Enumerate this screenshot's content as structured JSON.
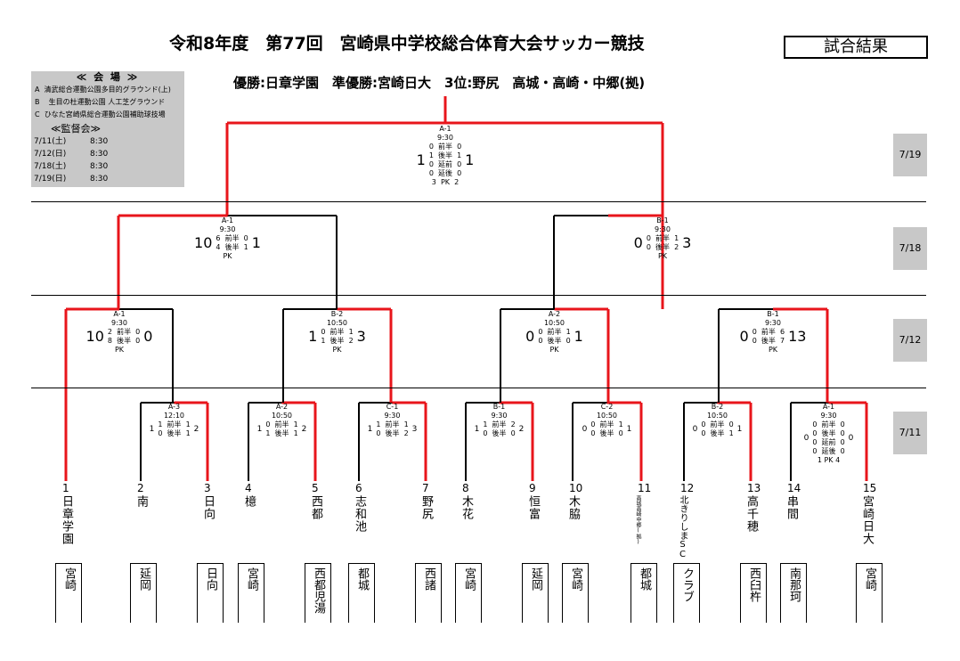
{
  "title": "令和8年度　第77回　宮崎県中学校総合体育大会サッカー競技",
  "results_label": "試合結果",
  "winners": "優勝:日章学園　準優勝:宮崎日大　3位:野尻　高城・高崎・中郷(拠)",
  "venue": {
    "heading": "≪ 会 場 ≫",
    "items": [
      {
        "code": "A",
        "name": "清武総合運動公園多目的グラウンド(上)"
      },
      {
        "code": "B",
        "name": "生目の杜運動公園 人工芝グラウンド"
      },
      {
        "code": "C",
        "name": "ひなた宮崎県総合運動公園補助球技場"
      }
    ]
  },
  "supervisors": {
    "heading": "≪監督会≫",
    "items": [
      {
        "date": "7/11(土)",
        "time": "8:30"
      },
      {
        "date": "7/12(日)",
        "time": "8:30"
      },
      {
        "date": "7/18(土)",
        "time": "8:30"
      },
      {
        "date": "7/19(日)",
        "time": "8:30"
      }
    ]
  },
  "dates": [
    "7/19",
    "7/18",
    "7/12",
    "7/11"
  ],
  "teams": [
    {
      "num": "1",
      "name": "日章学園",
      "school": "宮崎"
    },
    {
      "num": "2",
      "name": "南",
      "school": "延岡"
    },
    {
      "num": "3",
      "name": "日向",
      "school": "日向"
    },
    {
      "num": "4",
      "name": "檍",
      "school": "宮崎"
    },
    {
      "num": "5",
      "name": "西都",
      "school": "西都児湯"
    },
    {
      "num": "6",
      "name": "志和池",
      "school": "都城"
    },
    {
      "num": "7",
      "name": "野尻",
      "school": "西諸"
    },
    {
      "num": "8",
      "name": "木花",
      "school": "宮崎"
    },
    {
      "num": "9",
      "name": "恒富",
      "school": "延岡"
    },
    {
      "num": "10",
      "name": "木脇",
      "school": "宮崎"
    },
    {
      "num": "11",
      "name": "高城高崎中郷(拠)",
      "school": "都城"
    },
    {
      "num": "12",
      "name": "北きりしまSC",
      "school": "クラブ"
    },
    {
      "num": "13",
      "name": "高千穂",
      "school": "西臼杵"
    },
    {
      "num": "14",
      "name": "串間",
      "school": "南那珂"
    },
    {
      "num": "15",
      "name": "宮崎日大",
      "school": "宮崎"
    }
  ],
  "matches": {
    "r1": [
      {
        "id": "A-3",
        "time": "12:10",
        "left": "1",
        "right": "2",
        "h1": [
          "1",
          "1"
        ],
        "h2": [
          "0",
          "1"
        ],
        "pk": ""
      },
      {
        "id": "A-2",
        "time": "10:50",
        "left": "1",
        "right": "2",
        "h1": [
          "0",
          "1"
        ],
        "h2": [
          "1",
          "1"
        ],
        "pk": ""
      },
      {
        "id": "C-1",
        "time": "9:30",
        "left": "1",
        "right": "3",
        "h1": [
          "1",
          "1"
        ],
        "h2": [
          "0",
          "2"
        ],
        "pk": ""
      },
      {
        "id": "B-1",
        "time": "9:30",
        "left": "1",
        "right": "2",
        "h1": [
          "1",
          "2"
        ],
        "h2": [
          "0",
          "0"
        ],
        "pk": ""
      },
      {
        "id": "C-2",
        "time": "10:50",
        "left": "0",
        "right": "1",
        "h1": [
          "0",
          "1"
        ],
        "h2": [
          "0",
          "0"
        ],
        "pk": ""
      },
      {
        "id": "B-2",
        "time": "10:50",
        "left": "0",
        "right": "1",
        "h1": [
          "0",
          "0"
        ],
        "h2": [
          "0",
          "1"
        ],
        "pk": ""
      },
      {
        "id": "A-1",
        "time": "9:30",
        "left": "0",
        "right": "0",
        "h1": [
          "0",
          "0"
        ],
        "h2": [
          "0",
          "0"
        ],
        "et1": [
          "0",
          "0"
        ],
        "et2": [
          "0",
          "0"
        ],
        "pk": "1 PK 4"
      }
    ],
    "r2": [
      {
        "id": "A-1",
        "time": "9:30",
        "left": "10",
        "right": "0",
        "h1": [
          "2",
          "0"
        ],
        "h2": [
          "8",
          "0"
        ],
        "pk": "PK"
      },
      {
        "id": "B-2",
        "time": "10:50",
        "left": "1",
        "right": "3",
        "h1": [
          "0",
          "1"
        ],
        "h2": [
          "1",
          "2"
        ],
        "pk": "PK"
      },
      {
        "id": "A-2",
        "time": "10:50",
        "left": "0",
        "right": "1",
        "h1": [
          "0",
          "1"
        ],
        "h2": [
          "0",
          "0"
        ],
        "pk": "PK"
      },
      {
        "id": "B-1",
        "time": "9:30",
        "left": "0",
        "right": "13",
        "h1": [
          "0",
          "6"
        ],
        "h2": [
          "0",
          "7"
        ],
        "pk": "PK"
      }
    ],
    "r3": [
      {
        "id": "A-1",
        "time": "9:30",
        "left": "10",
        "right": "1",
        "h1": [
          "6",
          "0"
        ],
        "h2": [
          "4",
          "1"
        ],
        "pk": "PK"
      },
      {
        "id": "B-1",
        "time": "9:30",
        "left": "0",
        "right": "3",
        "h1": [
          "0",
          "1"
        ],
        "h2": [
          "0",
          "2"
        ],
        "pk": "PK"
      }
    ],
    "final": {
      "id": "A-1",
      "time": "9:30",
      "left": "1",
      "right": "1",
      "h1": [
        "0",
        "0"
      ],
      "h2": [
        "1",
        "1"
      ],
      "et1": [
        "0",
        "0"
      ],
      "et2": [
        "0",
        "0"
      ],
      "pk": [
        "3",
        "2"
      ]
    }
  },
  "labels": {
    "h1": "前半",
    "h2": "後半",
    "et1": "延前",
    "et2": "延後",
    "pk": "PK"
  },
  "colors": {
    "winner_line": "#e8151b",
    "line": "#000000",
    "panel": "#c8c8c8"
  }
}
